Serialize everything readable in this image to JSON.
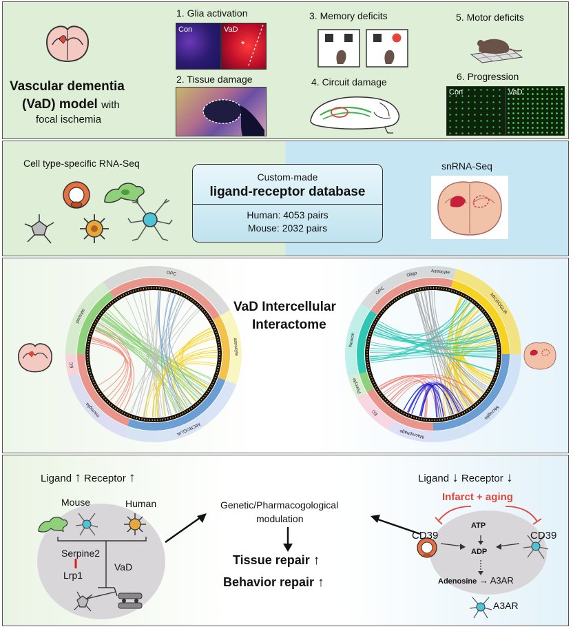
{
  "panel1": {
    "title_line1": "Vascular dementia",
    "title_line2": "(VaD) model",
    "title_with": "with",
    "title_line3": "focal ischemia",
    "items": [
      {
        "label": "1. Glia activation"
      },
      {
        "label": "2. Tissue damage"
      },
      {
        "label": "3. Memory deficits"
      },
      {
        "label": "4. Circuit damage"
      },
      {
        "label": "5. Motor deficits"
      },
      {
        "label": "6. Progression"
      }
    ],
    "glia_con": "Con",
    "glia_vad": "VaD",
    "prog_con": "Con",
    "prog_vad": "VaD"
  },
  "panel2": {
    "left_title": "Cell type-specific RNA-Seq",
    "db_line1": "Custom-made",
    "db_line2": "ligand-receptor database",
    "db_human": "Human: 4053 pairs",
    "db_mouse": "Mouse: 2032 pairs",
    "right_title": "snRNA-Seq"
  },
  "panel3": {
    "title_line1": "VaD Intercellular",
    "title_line2": "Interactome",
    "left_sectors": [
      "OPC",
      "astrocyte",
      "MICROGLIA",
      "microglia",
      "EC",
      "pericyte"
    ],
    "right_sectors": [
      "Oligo",
      "Astrocyte",
      "MICROGLIA",
      "Microglia",
      "Macrophage",
      "EC",
      "Pericyte",
      "Neuron",
      "OPC"
    ]
  },
  "panel4": {
    "left_header_ligand": "Ligand",
    "left_header_receptor": "Receptor",
    "mouse": "Mouse",
    "human": "Human",
    "serpine2": "Serpine2",
    "lrp1": "Lrp1",
    "vad": "VaD",
    "center_line1": "Genetic/Pharmacogological",
    "center_line2": "modulation",
    "tissue_repair": "Tissue repair",
    "behavior_repair": "Behavior repair",
    "right_header_ligand": "Ligand",
    "right_header_receptor": "Receptor",
    "infarct": "Infarct + aging",
    "cd39_left": "CD39",
    "cd39_right": "CD39",
    "atp": "ATP",
    "adp": "ADP",
    "adenosine": "Adenosine",
    "a3ar_inline": "A3AR",
    "a3ar_bottom": "A3AR",
    "up_arrow": "↑",
    "down_arrow": "↓"
  },
  "colors": {
    "green_bg": "#dfeed7",
    "blue_bg": "#c7e6f3",
    "infarct_red": "#e0463c",
    "astro_yellow": "#f7d21e",
    "micro_blue": "#6b9fd3",
    "endo_red": "#f07d70",
    "neuron_teal": "#2ec7b4",
    "oligo_gray": "#9e9e9e",
    "pericyte_green": "#8fd07a"
  }
}
